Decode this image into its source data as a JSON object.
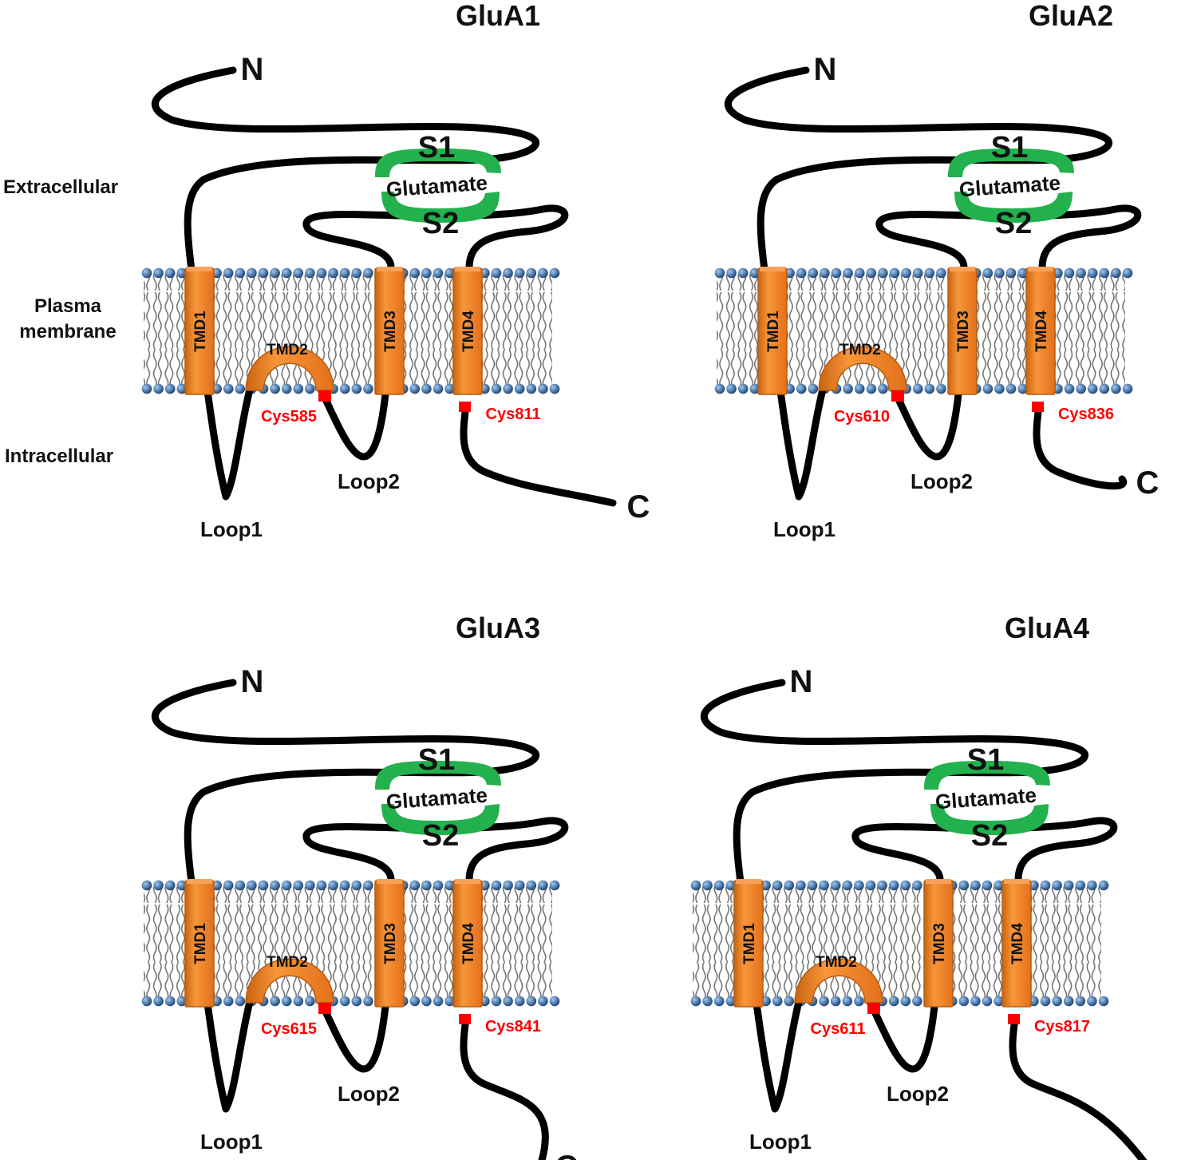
{
  "side_labels": {
    "extracellular": "Extracellular",
    "plasma": "Plasma",
    "membrane": "membrane",
    "intracellular": "Intracellular"
  },
  "common": {
    "n_terminus": "N",
    "c_terminus": "C",
    "s1": "S1",
    "s2": "S2",
    "glutamate": "Glutamate",
    "tmd1": "TMD1",
    "tmd2": "TMD2",
    "tmd3": "TMD3",
    "tmd4": "TMD4",
    "loop1": "Loop1",
    "loop2": "Loop2"
  },
  "panels": [
    {
      "title": "GluA1",
      "cys_a": "Cys585",
      "cys_b": "Cys811"
    },
    {
      "title": "GluA2",
      "cys_a": "Cys610",
      "cys_b": "Cys836"
    },
    {
      "title": "GluA3",
      "cys_a": "Cys615",
      "cys_b": "Cys841"
    },
    {
      "title": "GluA4",
      "cys_a": "Cys611",
      "cys_b": "Cys817"
    }
  ],
  "colors": {
    "chain": "#000000",
    "tmd_fill": "#f07f1e",
    "tmd_dark": "#b85c10",
    "binding_domain": "#22b14c",
    "cysteine": "#ff0000",
    "lipid_head": "#4f7fb3",
    "lipid_tail": "#666666"
  }
}
